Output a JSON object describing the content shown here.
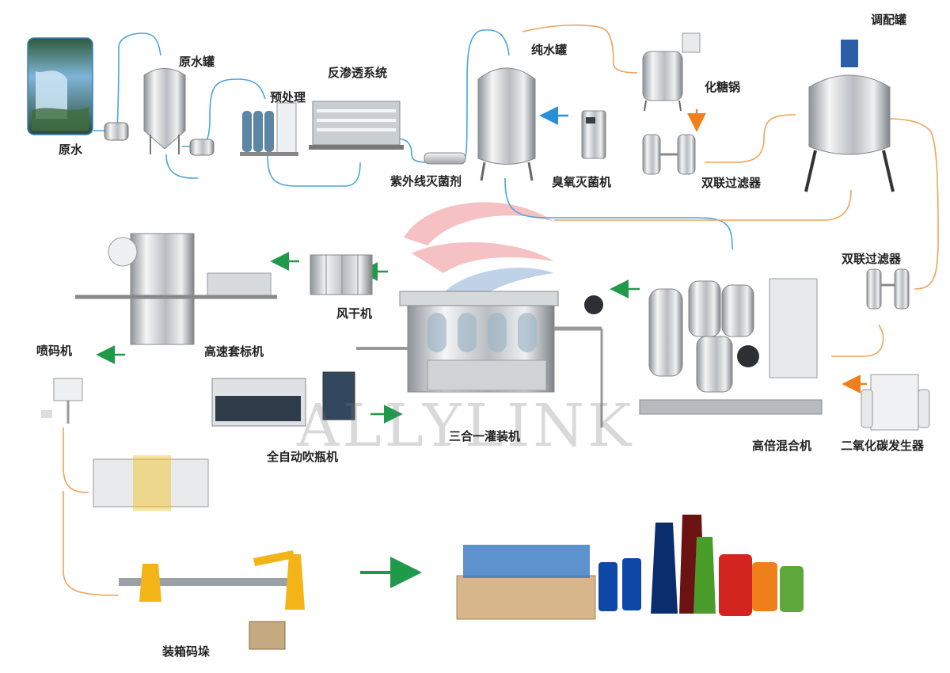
{
  "labels": {
    "raw_water": "原水",
    "raw_water_tank": "原水罐",
    "pretreatment": "预处理",
    "ro_system": "反渗透系统",
    "uv_sterilizer": "紫外线灭菌剂",
    "pure_water_tank": "纯水罐",
    "ozone_sterilizer": "臭氧灭菌机",
    "sugar_pot": "化糖锅",
    "duplex_filter_top": "双联过滤器",
    "blending_tank": "调配罐",
    "duplex_filter_right": "双联过滤器",
    "high_ratio_mixer": "高倍混合机",
    "co2_generator": "二氧化碳发生器",
    "filler_3in1": "三合一灌装机",
    "blow_molding": "全自动吹瓶机",
    "air_dryer": "风干机",
    "sleeve_labeler": "高速套标机",
    "inkjet_printer": "喷码机",
    "cartoning_palletizing": "装箱码垛"
  },
  "watermark": {
    "text": "ALLYLINK"
  },
  "colors": {
    "water_pipe": "#4aa6dd",
    "syrup_pipe": "#f0a35a",
    "flow_arrow_green": "#1f9a4a",
    "flow_arrow_blue": "#2a8fd8",
    "flow_arrow_orange": "#ef7f1a",
    "logo_red": "#e0262a",
    "logo_blue": "#1c5fb0"
  },
  "product_brands": [
    "pepsi-icon",
    "coca-cola-icon",
    "perrier-icon",
    "orange-soda-icon",
    "lemon-soda-icon"
  ]
}
